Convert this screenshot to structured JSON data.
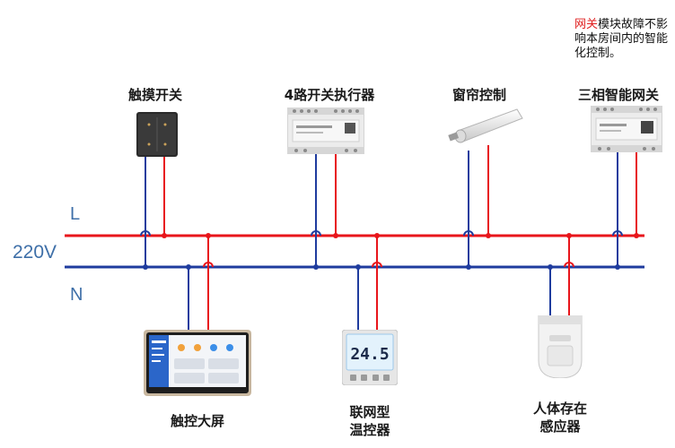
{
  "colors": {
    "live": "#e8151b",
    "neutral": "#1f3c9e",
    "rail_text": "#3e6fa8",
    "note_highlight": "#e02020"
  },
  "rails": {
    "live_letter": "L",
    "neutral_letter": "N",
    "voltage": "220V"
  },
  "note": {
    "highlight": "网关",
    "rest": "模块故障不影响本房间内的智能化控制。"
  },
  "devices": {
    "touch_switch": {
      "label": "触摸开关",
      "icon": "touch-switch-panel"
    },
    "relay_actuator": {
      "label": "4路开关执行器",
      "icon": "din-rail-relay-module"
    },
    "curtain": {
      "label": "窗帘控制",
      "icon": "curtain-motor-tube"
    },
    "gateway": {
      "label": "三相智能网关",
      "icon": "din-rail-gateway-module"
    },
    "touch_screen": {
      "label": "触控大屏",
      "icon": "touch-screen-panel"
    },
    "thermostat": {
      "label_line1": "联网型",
      "label_line2": "温控器",
      "icon": "thermostat",
      "display_value": "24.5"
    },
    "motion_sensor": {
      "label_line1": "人体存在",
      "label_line2": "感应器",
      "icon": "presence-sensor"
    }
  }
}
